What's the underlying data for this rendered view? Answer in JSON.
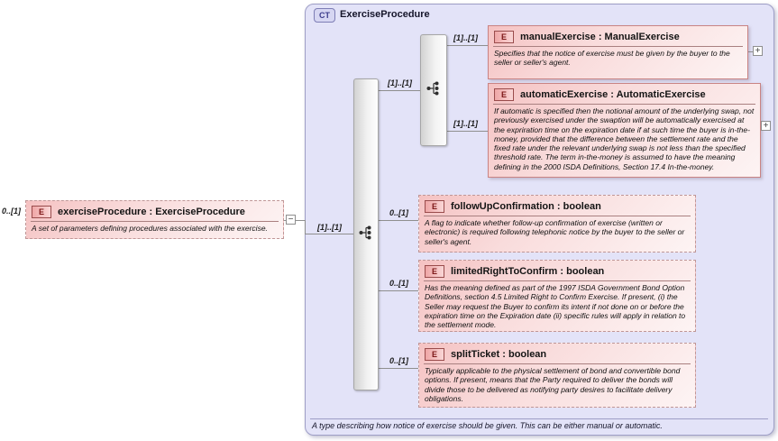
{
  "colors": {
    "element_fill": "#f5c2c2",
    "element_border": "#c98484",
    "container_fill": "#e3e3f8",
    "container_border": "#9e9ec6",
    "compositor_bar_fill": "#d2d2d2",
    "connector_line": "#8f8f8f"
  },
  "root_element": {
    "cardinality": "0..[1]",
    "badge": "E",
    "name": "exerciseProcedure : ExerciseProcedure",
    "description": "A set of parameters defining procedures associated with the exercise.",
    "collapse_toggle": "−"
  },
  "complex_type": {
    "badge": "CT",
    "title": "ExerciseProcedure",
    "annotation": "A type describing how notice of exercise should be given. This can be either manual or automatic."
  },
  "compositors": {
    "sequence_cardinality": "[1]..[1]",
    "choice_cardinality": "[1]..[1]"
  },
  "children": [
    {
      "badge": "E",
      "cardinality": "[1]..[1]",
      "name": "manualExercise : ManualExercise",
      "description": "Specifies that the notice of exercise must be given by the buyer to the seller or seller's agent.",
      "expand_toggle": "+"
    },
    {
      "badge": "E",
      "cardinality": "[1]..[1]",
      "name": "automaticExercise : AutomaticExercise",
      "description": "If automatic is specified then the notional amount of the underlying swap, not previously exercised under the swaption will be automatically exercised at the expriration time on the expiration date if at such time the buyer is in-the-money, provided that the difference between the settlement rate and the fixed rate under the relevant underlying swap is not less than the specified threshold rate. The term in-the-money is assumed to have the meaning defining in the 2000 ISDA Definitions, Section 17.4 In-the-money.",
      "expand_toggle": "+"
    },
    {
      "badge": "E",
      "cardinality": "0..[1]",
      "name": "followUpConfirmation : boolean",
      "description": "A flag to indicate whether follow-up confirmation of exercise (written or electronic) is required following telephonic notice by the buyer to the seller or seller's agent."
    },
    {
      "badge": "E",
      "cardinality": "0..[1]",
      "name": "limitedRightToConfirm : boolean",
      "description": "Has the meaning defined as part of the 1997 ISDA Government Bond Option Definitions, section 4.5 Limited Right to Confirm Exercise. If present, (i) the Seller may request the Buyer to confirm its intent if not done on or before the expiration time on the Expiration date (ii) specific rules will apply in relation to the settlement mode."
    },
    {
      "badge": "E",
      "cardinality": "0..[1]",
      "name": "splitTicket : boolean",
      "description": "Typically applicable to the physical settlement of bond and convertible bond options. If present, means that the Party required to deliver the bonds will divide those to be delivered as notifying party desires to facilitate delivery obligations."
    }
  ]
}
